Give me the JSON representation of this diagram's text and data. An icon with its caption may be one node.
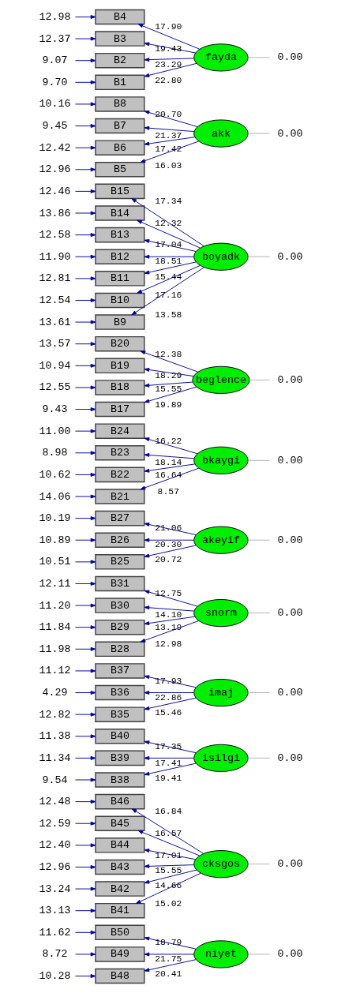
{
  "diagram": {
    "nodes": [
      {
        "text": [
          "9.70"
        ]
      },
      {
        "text": [
          "B1"
        ]
      },
      {
        "text": [
          "9.07"
        ]
      },
      {
        "text": [
          "B2"
        ]
      },
      {
        "text": [
          "12.37"
        ]
      },
      {
        "text": [
          "B3"
        ]
      },
      {
        "text": [
          "12.98"
        ]
      },
      {
        "text": [
          "B4"
        ]
      },
      {
        "text": [
          "12.96"
        ]
      },
      {
        "text": [
          "B5"
        ]
      },
      {
        "text": [
          "12.42"
        ]
      },
      {
        "text": [
          "B6"
        ]
      },
      {
        "text": [
          "9.45"
        ]
      },
      {
        "text": [
          "B7"
        ]
      },
      {
        "text": [
          "10.16"
        ]
      },
      {
        "text": [
          "B8"
        ]
      },
      {
        "text": [
          "13.61"
        ]
      },
      {
        "text": [
          "B9"
        ]
      },
      {
        "text": [
          "12.54"
        ]
      },
      {
        "text": [
          "B10"
        ]
      },
      {
        "text": [
          "12.81"
        ]
      },
      {
        "text": [
          "B11"
        ]
      },
      {
        "text": [
          "11.90"
        ]
      },
      {
        "text": [
          "B12"
        ]
      },
      {
        "text": [
          "12.58"
        ]
      },
      {
        "text": [
          "B13"
        ]
      },
      {
        "text": [
          "13.86"
        ]
      },
      {
        "text": [
          "B14"
        ]
      },
      {
        "text": [
          "12.46"
        ]
      },
      {
        "text": [
          "B15"
        ]
      },
      {
        "text": [
          "9.43"
        ]
      },
      {
        "text": [
          "B17"
        ]
      },
      {
        "text": [
          "12.55"
        ]
      },
      {
        "text": [
          "B18"
        ]
      },
      {
        "text": [
          "10.94"
        ]
      },
      {
        "text": [
          "B19"
        ]
      },
      {
        "text": [
          "13.57"
        ]
      },
      {
        "text": [
          "B20"
        ]
      },
      {
        "text": [
          "14.06"
        ]
      },
      {
        "text": [
          "B21"
        ]
      },
      {
        "text": [
          "10.62"
        ]
      },
      {
        "text": [
          "B22"
        ]
      },
      {
        "text": [
          "8.98"
        ]
      },
      {
        "text": [
          "B23"
        ]
      },
      {
        "text": [
          "11.00"
        ]
      },
      {
        "text": [
          "B24"
        ]
      },
      {
        "text": [
          "10.51"
        ]
      },
      {
        "text": [
          "B25"
        ]
      },
      {
        "text": [
          "10.89"
        ]
      },
      {
        "text": [
          "B26"
        ]
      },
      {
        "text": [
          "10.19"
        ]
      },
      {
        "text": [
          "B27"
        ]
      },
      {
        "text": [
          "11.98"
        ]
      },
      {
        "text": [
          "B28"
        ]
      },
      {
        "text": [
          "11.84"
        ]
      },
      {
        "text": [
          "B29"
        ]
      },
      {
        "text": [
          "11.20"
        ]
      },
      {
        "text": [
          "B30"
        ]
      },
      {
        "text": [
          "12.11"
        ]
      },
      {
        "text": [
          "B31"
        ]
      },
      {
        "text": [
          "12.82"
        ]
      },
      {
        "text": [
          "B35"
        ]
      },
      {
        "text": [
          "4.29"
        ]
      },
      {
        "text": [
          "B36"
        ]
      },
      {
        "text": [
          "11.12"
        ]
      },
      {
        "text": [
          "B37"
        ]
      },
      {
        "text": [
          "9.54"
        ]
      },
      {
        "text": [
          "B38"
        ]
      },
      {
        "text": [
          "11.34"
        ]
      },
      {
        "text": [
          "B39"
        ]
      },
      {
        "text": [
          "11.38"
        ]
      },
      {
        "text": [
          "B40"
        ]
      },
      {
        "text": [
          "13.13"
        ]
      },
      {
        "text": [
          "B41"
        ]
      },
      {
        "text": [
          "13.24"
        ]
      },
      {
        "text": [
          "B42"
        ]
      },
      {
        "text": [
          "12.96"
        ]
      },
      {
        "text": [
          "B43"
        ]
      },
      {
        "text": [
          "12.40"
        ]
      },
      {
        "text": [
          "B44"
        ]
      },
      {
        "text": [
          "12.59"
        ]
      },
      {
        "text": [
          "B45"
        ]
      },
      {
        "text": [
          "12.48"
        ]
      },
      {
        "text": [
          "B46"
        ]
      },
      {
        "text": [
          "10.28"
        ]
      },
      {
        "text": [
          "B48"
        ]
      },
      {
        "text": [
          "8.72"
        ]
      },
      {
        "text": [
          "B49"
        ]
      },
      {
        "text": [
          "11.62"
        ]
      },
      {
        "text": [
          "B50"
        ]
      },
      {
        "text": [
          "fayda"
        ]
      },
      {
        "text": [
          "0.00"
        ]
      },
      {
        "text": [
          "akk"
        ]
      },
      {
        "text": [
          "0.00"
        ]
      },
      {
        "text": [
          "boyadk"
        ]
      },
      {
        "text": [
          "0.00"
        ]
      },
      {
        "text": [
          "beglence"
        ]
      },
      {
        "text": [
          "0.00"
        ]
      },
      {
        "text": [
          "bkaygi"
        ]
      },
      {
        "text": [
          "0.00"
        ]
      },
      {
        "text": [
          "akeyif"
        ]
      },
      {
        "text": [
          "0.00"
        ]
      },
      {
        "text": [
          "snorm"
        ]
      },
      {
        "text": [
          "0.00"
        ]
      },
      {
        "text": [
          "imaj"
        ]
      },
      {
        "text": [
          "0.00"
        ]
      },
      {
        "text": [
          "isilgi"
        ]
      },
      {
        "text": [
          "0.00"
        ]
      },
      {
        "text": [
          "cksgos"
        ]
      },
      {
        "text": [
          "0.00"
        ]
      },
      {
        "text": [
          "niyet"
        ]
      },
      {
        "text": [
          "0.00"
        ]
      }
    ],
    "edges": [
      {
        "from": 0,
        "to": 1,
        "arrow": "to"
      },
      {
        "from": 2,
        "to": 3,
        "arrow": "to"
      },
      {
        "from": 4,
        "to": 5,
        "arrow": "to"
      },
      {
        "from": 6,
        "to": 7,
        "arrow": "to"
      },
      {
        "from": 8,
        "to": 9,
        "arrow": "to"
      },
      {
        "from": 10,
        "to": 11,
        "arrow": "to"
      },
      {
        "from": 12,
        "to": 13,
        "arrow": "to"
      },
      {
        "from": 14,
        "to": 15,
        "arrow": "to"
      },
      {
        "from": 16,
        "to": 17,
        "arrow": "to"
      },
      {
        "from": 18,
        "to": 19,
        "arrow": "to"
      },
      {
        "from": 20,
        "to": 21,
        "arrow": "to"
      },
      {
        "from": 22,
        "to": 23,
        "arrow": "to"
      },
      {
        "from": 24,
        "to": 25,
        "arrow": "to"
      },
      {
        "from": 26,
        "to": 27,
        "arrow": "to"
      },
      {
        "from": 28,
        "to": 29,
        "arrow": "to"
      },
      {
        "from": 30,
        "to": 31,
        "arrow": "to"
      },
      {
        "from": 32,
        "to": 33,
        "arrow": "to"
      },
      {
        "from": 34,
        "to": 35,
        "arrow": "to"
      },
      {
        "from": 36,
        "to": 37,
        "arrow": "to"
      },
      {
        "from": 38,
        "to": 39,
        "arrow": "to"
      },
      {
        "from": 40,
        "to": 41,
        "arrow": "to"
      },
      {
        "from": 42,
        "to": 43,
        "arrow": "to"
      },
      {
        "from": 44,
        "to": 45,
        "arrow": "to"
      },
      {
        "from": 46,
        "to": 47,
        "arrow": "to"
      },
      {
        "from": 48,
        "to": 49,
        "arrow": "to"
      },
      {
        "from": 50,
        "to": 51,
        "arrow": "to"
      },
      {
        "from": 52,
        "to": 53,
        "arrow": "to"
      },
      {
        "from": 54,
        "to": 55,
        "arrow": "to"
      },
      {
        "from": 56,
        "to": 57,
        "arrow": "to"
      },
      {
        "from": 58,
        "to": 59,
        "arrow": "to"
      },
      {
        "from": 60,
        "to": 61,
        "arrow": "to"
      },
      {
        "from": 62,
        "to": 63,
        "arrow": "to"
      },
      {
        "from": 64,
        "to": 65,
        "arrow": "to"
      },
      {
        "from": 66,
        "to": 67,
        "arrow": "to"
      },
      {
        "from": 68,
        "to": 69,
        "arrow": "to"
      },
      {
        "from": 70,
        "to": 71,
        "arrow": "to"
      },
      {
        "from": 72,
        "to": 73,
        "arrow": "to"
      },
      {
        "from": 74,
        "to": 75,
        "arrow": "to"
      },
      {
        "from": 76,
        "to": 77,
        "arrow": "to"
      },
      {
        "from": 78,
        "to": 79,
        "arrow": "to"
      },
      {
        "from": 80,
        "to": 81,
        "arrow": "to"
      },
      {
        "from": 82,
        "to": 83,
        "arrow": "to"
      },
      {
        "from": 84,
        "to": 85,
        "arrow": "to"
      },
      {
        "from": 86,
        "to": 87,
        "arrow": "to"
      },
      {
        "from": 88,
        "to": 89,
        "arrow": "to"
      },
      {
        "from": 90,
        "to": 1,
        "arrow": "to",
        "label": "22.80"
      },
      {
        "from": 90,
        "to": 3,
        "arrow": "to",
        "label": "23.29"
      },
      {
        "from": 90,
        "to": 5,
        "arrow": "to",
        "label": "19.43"
      },
      {
        "from": 90,
        "to": 7,
        "arrow": "to",
        "label": "17.90"
      },
      {
        "from": 92,
        "to": 9,
        "arrow": "to",
        "label": "16.03"
      },
      {
        "from": 92,
        "to": 11,
        "arrow": "to",
        "label": "17.42"
      },
      {
        "from": 92,
        "to": 13,
        "arrow": "to",
        "label": "21.37"
      },
      {
        "from": 92,
        "to": 15,
        "arrow": "to",
        "label": "20.70"
      },
      {
        "from": 94,
        "to": 17,
        "arrow": "to",
        "label": "13.58"
      },
      {
        "from": 94,
        "to": 19,
        "arrow": "to",
        "label": "17.16"
      },
      {
        "from": 94,
        "to": 21,
        "arrow": "to",
        "label": "15.44"
      },
      {
        "from": 94,
        "to": 23,
        "arrow": "to",
        "label": "18.51"
      },
      {
        "from": 94,
        "to": 25,
        "arrow": "to",
        "label": "17.04"
      },
      {
        "from": 94,
        "to": 27,
        "arrow": "to",
        "label": "12.32"
      },
      {
        "from": 94,
        "to": 29,
        "arrow": "to",
        "label": "17.34"
      },
      {
        "from": 96,
        "to": 31,
        "arrow": "to",
        "label": "19.89"
      },
      {
        "from": 96,
        "to": 33,
        "arrow": "to",
        "label": "15.55"
      },
      {
        "from": 96,
        "to": 35,
        "arrow": "to",
        "label": "18.29"
      },
      {
        "from": 96,
        "to": 37,
        "arrow": "to",
        "label": "12.38"
      },
      {
        "from": 98,
        "to": 39,
        "arrow": "to",
        "label": "8.57"
      },
      {
        "from": 98,
        "to": 41,
        "arrow": "to",
        "label": "16.64"
      },
      {
        "from": 98,
        "to": 43,
        "arrow": "to",
        "label": "18.14"
      },
      {
        "from": 98,
        "to": 45,
        "arrow": "to",
        "label": "16.22"
      },
      {
        "from": 100,
        "to": 47,
        "arrow": "to",
        "label": "20.72"
      },
      {
        "from": 100,
        "to": 49,
        "arrow": "to",
        "label": "20.30"
      },
      {
        "from": 100,
        "to": 51,
        "arrow": "to",
        "label": "21.06"
      },
      {
        "from": 102,
        "to": 53,
        "arrow": "to",
        "label": "12.98"
      },
      {
        "from": 102,
        "to": 55,
        "arrow": "to",
        "label": "13.19"
      },
      {
        "from": 102,
        "to": 57,
        "arrow": "to",
        "label": "14.10"
      },
      {
        "from": 102,
        "to": 59,
        "arrow": "to",
        "label": "12.75"
      },
      {
        "from": 104,
        "to": 61,
        "arrow": "to",
        "label": "15.46"
      },
      {
        "from": 104,
        "to": 63,
        "arrow": "to",
        "label": "22.86"
      },
      {
        "from": 104,
        "to": 65,
        "arrow": "to",
        "label": "17.93"
      },
      {
        "from": 106,
        "to": 67,
        "arrow": "to",
        "label": "19.41"
      },
      {
        "from": 106,
        "to": 69,
        "arrow": "to",
        "label": "17.41"
      },
      {
        "from": 106,
        "to": 71,
        "arrow": "to",
        "label": "17.35"
      },
      {
        "from": 108,
        "to": 73,
        "arrow": "to",
        "label": "15.02"
      },
      {
        "from": 108,
        "to": 75,
        "arrow": "to",
        "label": "14.66"
      },
      {
        "from": 108,
        "to": 77,
        "arrow": "to",
        "label": "15.55"
      },
      {
        "from": 108,
        "to": 79,
        "arrow": "to",
        "label": "17.01"
      },
      {
        "from": 108,
        "to": 81,
        "arrow": "to",
        "label": "16.57"
      },
      {
        "from": 108,
        "to": 83,
        "arrow": "to",
        "label": "16.84"
      },
      {
        "from": 110,
        "to": 85,
        "arrow": "to",
        "label": "20.41"
      },
      {
        "from": 110,
        "to": 87,
        "arrow": "to",
        "label": "21.75"
      },
      {
        "from": 110,
        "to": 89,
        "arrow": "to",
        "label": "18.79"
      },
      {
        "from": 90,
        "to": 91,
        "arrow": "none",
        "color": "#b0b0b0"
      },
      {
        "from": 92,
        "to": 93,
        "arrow": "none",
        "color": "#b0b0b0"
      },
      {
        "from": 94,
        "to": 95,
        "arrow": "none",
        "color": "#b0b0b0"
      },
      {
        "from": 96,
        "to": 97,
        "arrow": "none",
        "color": "#b0b0b0"
      },
      {
        "from": 98,
        "to": 99,
        "arrow": "none",
        "color": "#b0b0b0"
      },
      {
        "from": 100,
        "to": 101,
        "arrow": "none",
        "color": "#b0b0b0"
      },
      {
        "from": 102,
        "to": 103,
        "arrow": "none",
        "color": "#b0b0b0"
      },
      {
        "from": 104,
        "to": 105,
        "arrow": "none",
        "color": "#b0b0b0"
      },
      {
        "from": 106,
        "to": 107,
        "arrow": "none",
        "color": "#b0b0b0"
      },
      {
        "from": 108,
        "to": 109,
        "arrow": "none",
        "color": "#b0b0b0"
      },
      {
        "from": 110,
        "to": 111,
        "arrow": "none",
        "color": "#b0b0b0"
      }
    ]
  }
}
